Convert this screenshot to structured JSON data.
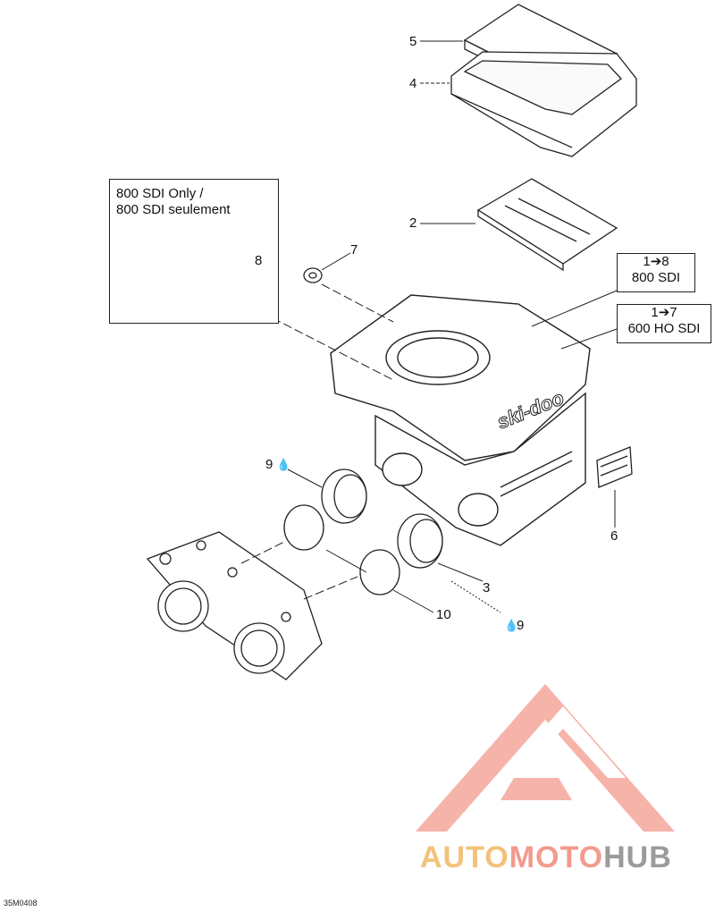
{
  "note": {
    "line1": "800 SDI Only /",
    "line2": "800 SDI seulement"
  },
  "tags": {
    "tag_800": {
      "range": "1➔8",
      "model": "800 SDI"
    },
    "tag_600": {
      "range": "1➔7",
      "model": "600 HO SDI"
    }
  },
  "callouts": {
    "c2": "2",
    "c3": "3",
    "c4": "4",
    "c5": "5",
    "c6": "6",
    "c7": "7",
    "c8": "8",
    "c9a": "9",
    "c9b": "9",
    "c10": "10"
  },
  "drawing_code": "35M0408",
  "watermark": {
    "part1": "AUTO",
    "part2": "MOTO",
    "part3": "HUB",
    "colors": {
      "auto": "#f2c27a",
      "moto": "#f39a8e",
      "hub": "#9b9b9b",
      "logo": "#f39a8e"
    }
  },
  "icons": {
    "sealant": "drop-icon"
  }
}
